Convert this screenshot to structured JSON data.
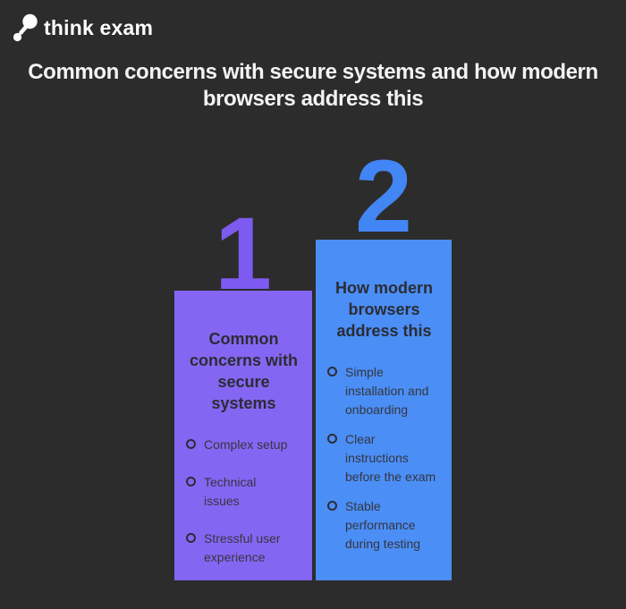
{
  "logo": {
    "brand": "think exam"
  },
  "title": "Common concerns with secure systems and how modern\nbrowsers address this",
  "colors": {
    "background": "#2C2C2C",
    "title_text": "#F3F3F3",
    "purple_column": "#8566F2",
    "purple_number": "#7D5BF0",
    "blue_column": "#4B8EF5",
    "blue_number": "#4285F4",
    "column_text": "#2B2C34"
  },
  "podium": {
    "columns": [
      {
        "rank": "1",
        "heading": "Common\nconcerns with\nsecure\nsystems",
        "items": [
          "Complex setup",
          "Technical\nissues",
          "Stressful user\nexperience"
        ]
      },
      {
        "rank": "2",
        "heading": "How modern\nbrowsers\naddress this",
        "items": [
          "Simple\ninstallation and\nonboarding",
          "Clear\ninstructions\nbefore the exam",
          "Stable\nperformance\nduring testing"
        ]
      }
    ]
  }
}
